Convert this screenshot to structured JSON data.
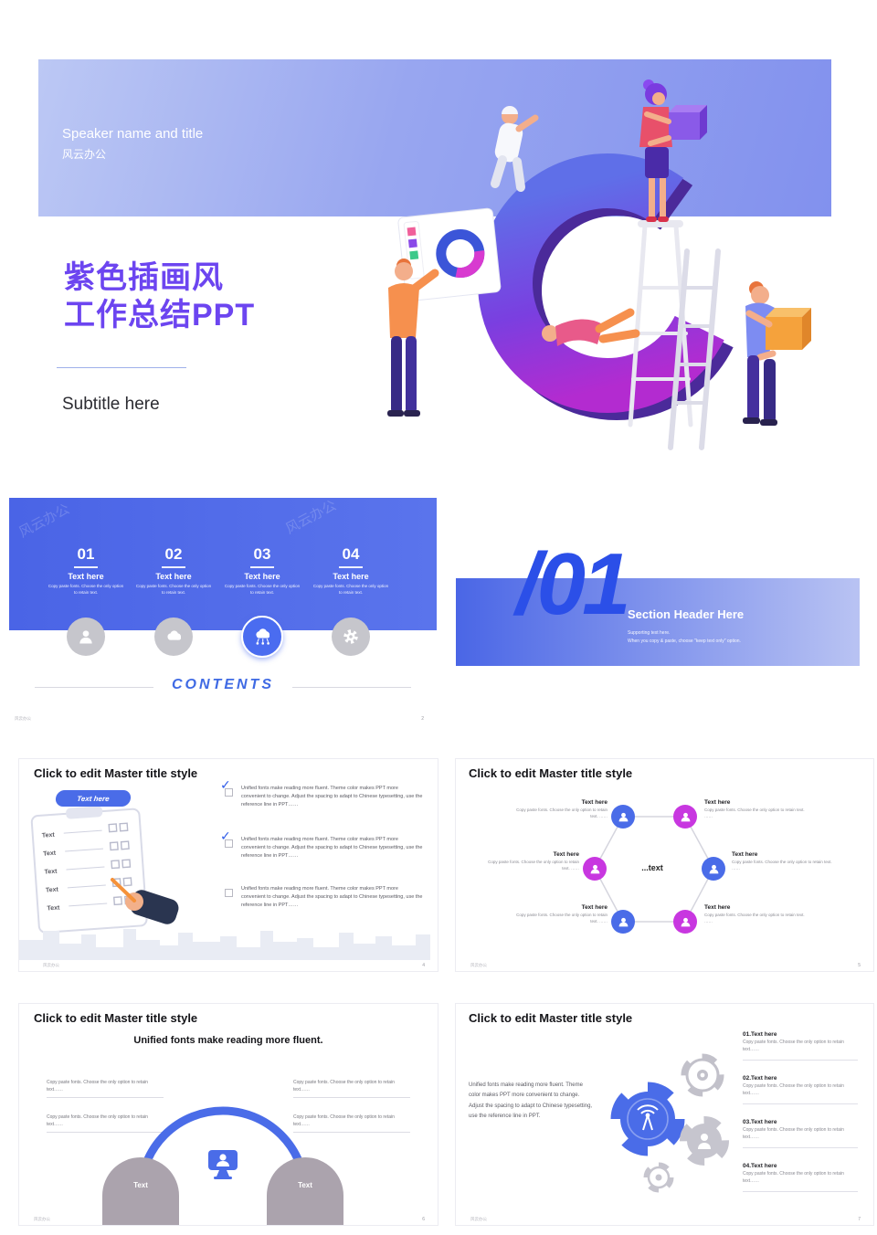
{
  "palette": {
    "accent_blue": "#4a6ce8",
    "magenta": "#c837e0",
    "title_purple": "#6c45f0",
    "banner_blue": "#98a6f0",
    "bar_gradient_start": "#4a66e6",
    "bar_gradient_end": "#b9c3f3"
  },
  "cover": {
    "speaker": "Speaker name and title",
    "org": "风云办公",
    "title1": "紫色插画风",
    "title2": "工作总结PPT",
    "subtitle": "Subtitle here"
  },
  "contents": {
    "watermark": "风云办公",
    "items": [
      {
        "num": "01",
        "label": "Text here",
        "desc": "Copy paste fonts. Choose the only option to retain text."
      },
      {
        "num": "02",
        "label": "Text here",
        "desc": "Copy paste fonts. Choose the only option to retain text."
      },
      {
        "num": "03",
        "label": "Text here",
        "desc": "Copy paste fonts. Choose the only option to retain text."
      },
      {
        "num": "04",
        "label": "Text here",
        "desc": "Copy paste fonts. Choose the only option to retain text."
      }
    ],
    "title": "CONTENTS",
    "footer": "风云办公",
    "page": "2"
  },
  "section": {
    "number": "/01",
    "title": "Section Header Here",
    "support1": "Supporting text here.",
    "support2": "When you copy & paste, choose \"keep text only\" option."
  },
  "checklist": {
    "title": "Click to edit Master title style",
    "ribbon": "Text here",
    "rows": [
      "Text",
      "Text",
      "Text",
      "Text",
      "Text"
    ],
    "bullets": [
      {
        "text": "Unified fonts make reading more fluent. Theme color makes PPT more convenient to change. Adjust the spacing to adapt to Chinese typesetting, use the reference line in PPT……"
      },
      {
        "text": "Unified fonts make reading more fluent. Theme color makes PPT more convenient to change. Adjust the spacing to adapt to Chinese typesetting, use the reference line in PPT……"
      },
      {
        "text": "Unified fonts make reading more fluent. Theme color makes PPT more convenient to change. Adjust the spacing to adapt to Chinese typesetting, use the reference line in PPT……"
      }
    ],
    "footer": "风云办公",
    "page": "4"
  },
  "hexagon": {
    "title": "Click to edit Master title style",
    "center": "...text",
    "nodes": [
      {
        "label": "Text here",
        "desc": "Copy paste fonts. Choose the only option to retain text. ……"
      },
      {
        "label": "Text here",
        "desc": "Copy paste fonts. Choose the only option to retain text. ……"
      },
      {
        "label": "Text here",
        "desc": "Copy paste fonts. Choose the only option to retain text. ……"
      },
      {
        "label": "Text here",
        "desc": "Copy paste fonts. Choose the only option to retain text. ……"
      },
      {
        "label": "Text here",
        "desc": "Copy paste fonts. Choose the only option to retain text. ……"
      },
      {
        "label": "Text here",
        "desc": "Copy paste fonts. Choose the only option to retain text. ……"
      }
    ],
    "footer": "风云办公",
    "page": "5"
  },
  "arch": {
    "title": "Click to edit Master title style",
    "subtitle": "Unified fonts make reading more fluent.",
    "blocks": [
      {
        "text": "Copy paste fonts. Choose the only option to retain text……"
      },
      {
        "text": "Copy paste fonts. Choose the only option to retain text……"
      },
      {
        "text": "Copy paste fonts. Choose the only option to retain text……"
      },
      {
        "text": "Copy paste fonts. Choose the only option to retain text……"
      }
    ],
    "pillars": [
      "Text",
      "Text"
    ],
    "footer": "风云办公",
    "page": "6"
  },
  "gears": {
    "title": "Click to edit Master title style",
    "paragraph": "Unified fonts make reading more fluent. Theme color makes PPT more convenient to change. Adjust the spacing to adapt to Chinese typesetting, use the reference line in PPT.",
    "items": [
      {
        "label": "01.Text here",
        "desc": "Copy paste fonts. Choose the only option to retain text……"
      },
      {
        "label": "02.Text here",
        "desc": "Copy paste fonts. Choose the only option to retain text……"
      },
      {
        "label": "03.Text here",
        "desc": "Copy paste fonts. Choose the only option to retain text……"
      },
      {
        "label": "04.Text here",
        "desc": "Copy paste fonts. Choose the only option to retain text……"
      }
    ],
    "footer": "风云办公",
    "page": "7"
  }
}
